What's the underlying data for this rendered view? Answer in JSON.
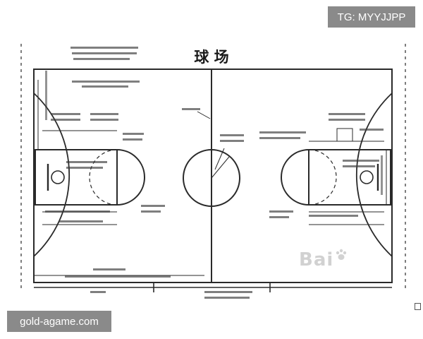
{
  "title": "球 场",
  "watermarks": {
    "top_right": "TG: MYYJJPP",
    "bottom_left": "gold-agame.com"
  },
  "colors": {
    "ink": "#2a2a2a",
    "badge_bg": "#8a8a8a",
    "badge_text": "#ffffff"
  },
  "icons": [
    "baidu-paw-icon",
    "page-corner-icon"
  ]
}
